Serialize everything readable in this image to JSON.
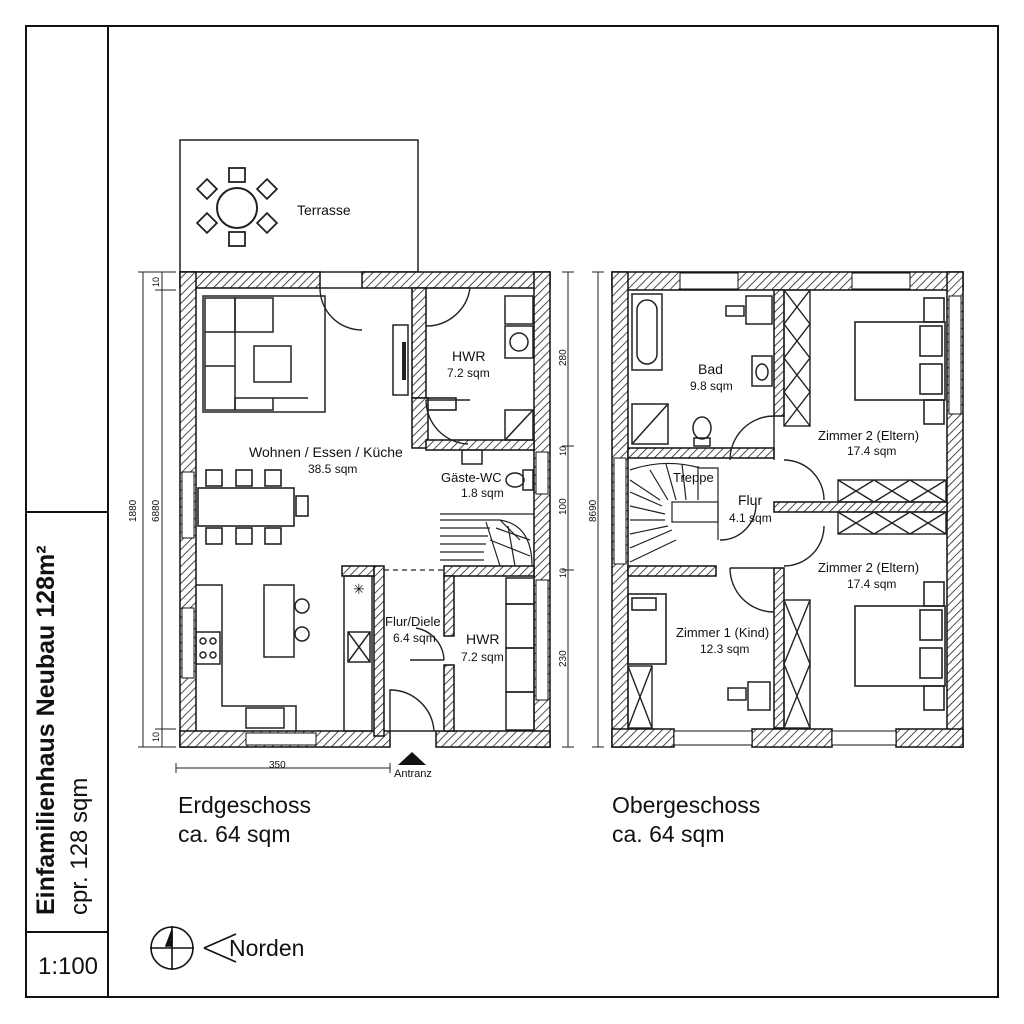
{
  "sheet": {
    "title": "Einfamilienhaus Neubau 128m²",
    "subtitle": "cpr. 128 sqm",
    "scale": "1:100",
    "north_label": "Norden",
    "entrance_label": "Antranz"
  },
  "ground_floor": {
    "title": "Erdgeschoss",
    "area": "ca. 64 sqm",
    "rooms": [
      {
        "name": "Terrasse",
        "area": ""
      },
      {
        "name": "Wohnen / Essen / Küche",
        "area": "38.5 sqm"
      },
      {
        "name": "HWR",
        "area": "7.2 sqm"
      },
      {
        "name": "Gäste-WC",
        "area": "1.8 sqm"
      },
      {
        "name": "Flur/Diele",
        "area": "6.4 sqm"
      },
      {
        "name": "HWR",
        "area": "7.2 sqm"
      }
    ],
    "dimensions": {
      "total_height": "1880",
      "inner_height": "6880",
      "width": "350",
      "top_small": "10",
      "bottom_small": "10"
    }
  },
  "upper_floor": {
    "title": "Obergeschoss",
    "area": "ca. 64 sqm",
    "rooms": [
      {
        "name": "Bad",
        "area": "9.8 sqm"
      },
      {
        "name": "Treppe",
        "area": ""
      },
      {
        "name": "Flur",
        "area": "4.1 sqm"
      },
      {
        "name": "Zimmer 2 (Eltern)",
        "area": "17.4 sqm"
      },
      {
        "name": "Zimmer 2 (Eltern)",
        "area": "17.4 sqm"
      },
      {
        "name": "Zimmer 1 (Kind)",
        "area": "12.3 sqm"
      }
    ],
    "dimensions": {
      "d1": "280",
      "d2": "100",
      "d3": "230",
      "d4": "10",
      "d5": "10",
      "total": "8690"
    }
  }
}
